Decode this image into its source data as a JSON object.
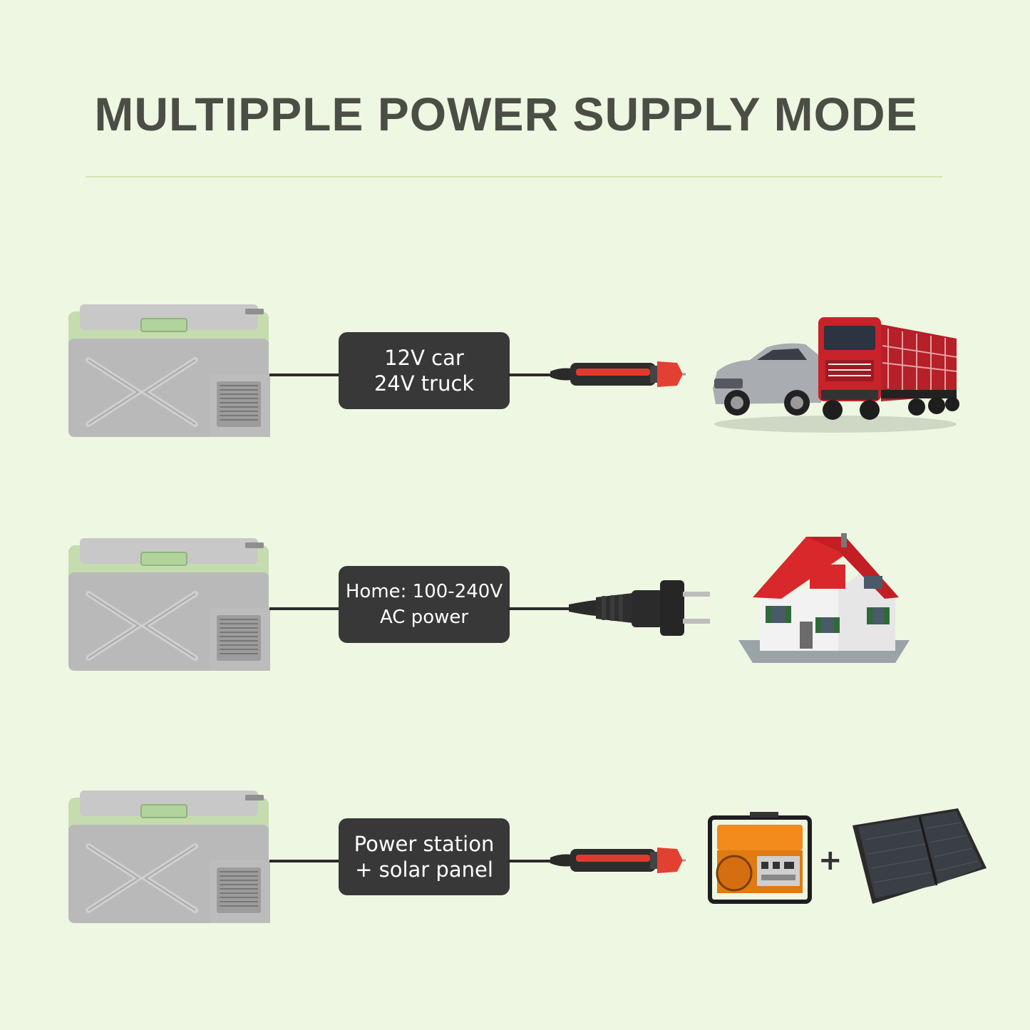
{
  "title": "MULTIPPLE POWER SUPPLY MODE",
  "modes": [
    {
      "line1": "12V car",
      "line2": "24V truck",
      "plug": "car-plug-icon",
      "destination": [
        "car-icon",
        "truck-icon"
      ]
    },
    {
      "line1": "Home: 100-240V",
      "line2": "AC power",
      "plug": "ac-plug-icon",
      "destination": [
        "house-icon"
      ]
    },
    {
      "line1": "Power station",
      "line2": "+ solar panel",
      "plug": "car-plug-icon",
      "destination": [
        "generator-icon",
        "solar-panel-icon"
      ],
      "joiner": "+"
    }
  ],
  "colors": {
    "background": "#eef7e2",
    "title": "#4a4e45",
    "label_box": "#383838",
    "fridge_body": "#b8b8b8",
    "fridge_trim": "#c4dcae",
    "plug_accent": "#e03a2e"
  }
}
